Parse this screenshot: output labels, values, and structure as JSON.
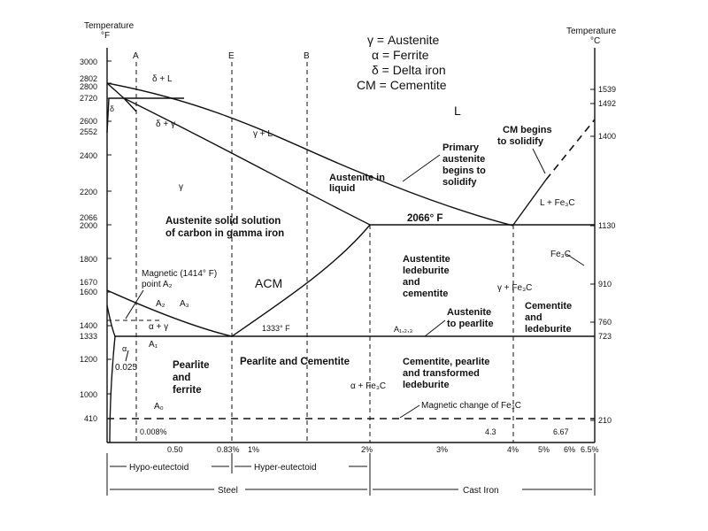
{
  "axes": {
    "left_title_line1": "Temperature",
    "left_title_line2": "°F",
    "right_title_line1": "Temperature",
    "right_title_line2": "°C",
    "left_ticks": [
      "3000",
      "2802",
      "2800",
      "2720",
      "2600",
      "2552",
      "2400",
      "2200",
      "2066",
      "2000",
      "1800",
      "1670",
      "1600",
      "1400",
      "1333",
      "1200",
      "1000",
      "410"
    ],
    "right_ticks": [
      "1539",
      "1492",
      "1400",
      "1130",
      "910",
      "760",
      "723",
      "210"
    ],
    "bottom_ticks": [
      "0.50",
      "0.83%",
      "1%",
      "2%",
      "3%",
      "4%",
      "5%",
      "6%",
      "6.5%"
    ]
  },
  "vertical_markers": [
    "A",
    "E",
    "B"
  ],
  "legend": [
    "γ = Austenite",
    "α = Ferrite",
    "δ = Delta iron",
    "CM = Cementite"
  ],
  "regions": {
    "delta_liquid": "δ + L",
    "delta_gamma": "δ + γ",
    "delta": "δ",
    "gamma_liquid": "γ + L",
    "liquid": "L",
    "gamma": "γ",
    "austenite_solid_1": "Austenite solid solution",
    "austenite_solid_2": "of carbon in gamma iron",
    "austenite_liquid_1": "Austenite in",
    "austenite_liquid_2": "liquid",
    "primary_1": "Primary",
    "primary_2": "austenite",
    "primary_3": "begins to",
    "primary_4": "solidify",
    "cm_begins_1": "CM begins",
    "cm_begins_2": "to solidify",
    "l_fe3c": "L + Fe₃C",
    "eutectic_temp": "2066° F",
    "fe3c": "Fe₃C",
    "magnetic_1": "Magnetic (1414° F)",
    "magnetic_2": "point  A₂",
    "acm": "ACM",
    "aust_led_1": "Austentite",
    "aust_led_2": "ledeburite",
    "aust_led_3": "and",
    "aust_led_4": "cementite",
    "gamma_fe3c": "γ + Fe₃C",
    "a2": "A₂",
    "a3": "A₃",
    "alpha_gamma": "α + γ",
    "t1333": "1333° F",
    "aust_pearl_1": "Austenite",
    "aust_pearl_2": "to pearlite",
    "cem_led_1": "Cementite",
    "cem_led_2": "and",
    "cem_led_3": "ledeburite",
    "a123": "A₁,₂,₃",
    "alpha": "α",
    "a1": "A₁",
    "c0025": "0.025",
    "pf_1": "Pearlite",
    "pf_2": "and",
    "pf_3": "ferrite",
    "pearl_cem": "Pearlite and Cementite",
    "cpt_1": "Cementite, pearlite",
    "cpt_2": "and transformed",
    "cpt_3": "ledeburite",
    "alpha_fe3c": "α + Fe₃C",
    "a0": "A₀",
    "mag_change": "Magnetic change of Fe₃C",
    "c0008": "0.008%",
    "c43": "4.3",
    "c667": "6.67"
  },
  "ranges": {
    "hypo": "Hypo-eutectoid",
    "hyper": "Hyper-eutectoid",
    "steel": "Steel",
    "cast_iron": "Cast Iron"
  }
}
